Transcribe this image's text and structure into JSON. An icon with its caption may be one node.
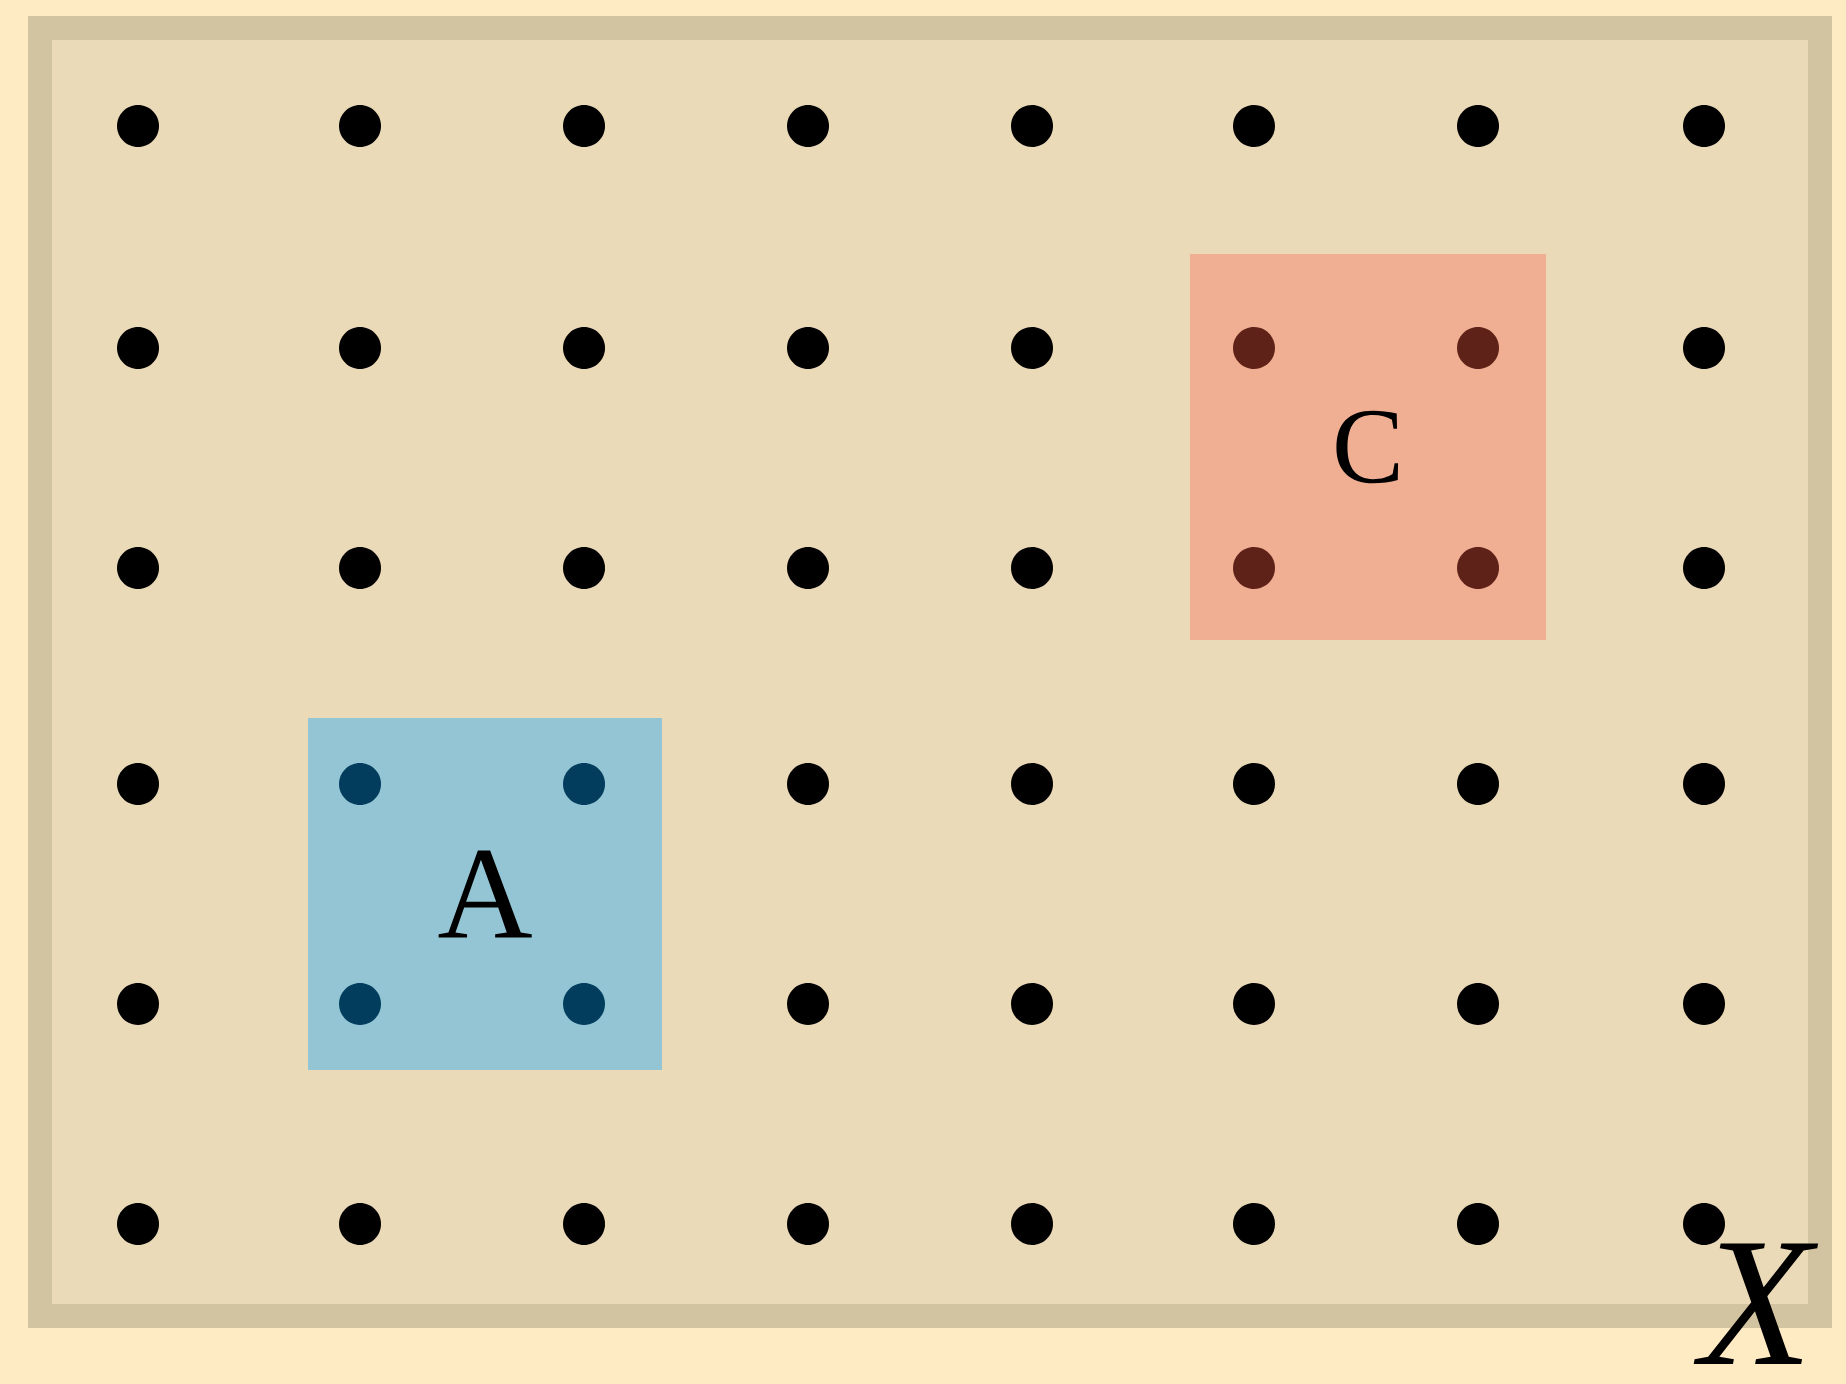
{
  "diagram": {
    "nodes": [
      {
        "text": [
          "X"
        ]
      },
      {
        "text": [
          "A"
        ],
        "in": 0
      },
      {
        "text": [
          "C"
        ],
        "in": 0
      }
    ]
  }
}
